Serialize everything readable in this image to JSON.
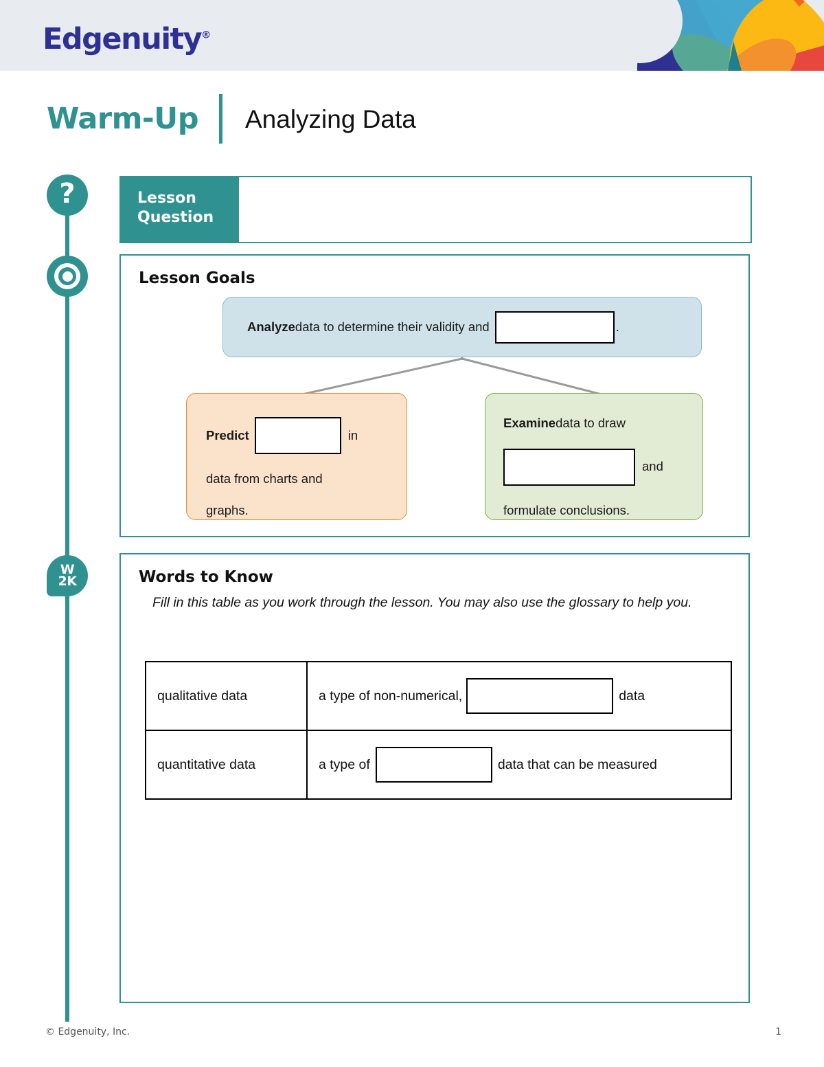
{
  "header": {
    "brand": "Edgenuity",
    "brand_tm": "®",
    "logo_colors": {
      "wordmark": "#2E3192",
      "band": "#E8EBF0"
    },
    "pinwheel_colors": [
      "#2E3192",
      "#45A8CE",
      "#F4651F",
      "#FDB913",
      "#E8473F",
      "#F2912E",
      "#56A894",
      "#1E7F8E"
    ]
  },
  "title": {
    "eyebrow": "Warm-Up",
    "lesson": "Analyzing Data",
    "accent_color": "#2F9190"
  },
  "timeline": {
    "nodes": [
      {
        "name": "question-node",
        "glyph": "?"
      },
      {
        "name": "target-node",
        "glyph": "target"
      },
      {
        "name": "words-to-know-node",
        "line1": "W",
        "line2": "2K"
      }
    ]
  },
  "lesson_question": {
    "label_line1": "Lesson",
    "label_line2": "Question",
    "answer": ""
  },
  "lesson_goals": {
    "heading": "Lesson Goals",
    "primary": {
      "keyword": "Analyze",
      "text_before": " data to determine their validity and",
      "blank": "",
      "text_after": "."
    },
    "left": {
      "keyword": "Predict",
      "blank": "",
      "text_after_blank": "in",
      "line2": "data from charts and",
      "line3": "graphs."
    },
    "right": {
      "keyword": "Examine",
      "text_after_keyword": " data to draw",
      "blank": "",
      "text_after_blank": "and",
      "line3": "formulate conclusions."
    },
    "box_colors": {
      "primary_fill": "#CFE2EA",
      "primary_border": "#8FB8C9",
      "left_fill": "#FBE2CA",
      "left_border": "#ED8B30",
      "right_fill": "#E2ECD5",
      "right_border": "#7EAE45",
      "connector": "#9A9A9A"
    }
  },
  "words_to_know": {
    "heading": "Words to Know",
    "instructions": "Fill in this table as you work through the lesson. You may also use the glossary to help you.",
    "rows": [
      {
        "term": "qualitative data",
        "definition_before": "a type of non-numerical,",
        "blank": "",
        "definition_after": "data"
      },
      {
        "term": "quantitative data",
        "definition_before": "a type of",
        "blank": "",
        "definition_after": "data that can be measured"
      }
    ]
  },
  "footer": {
    "copyright": "© Edgenuity, Inc.",
    "page_number": "1"
  }
}
